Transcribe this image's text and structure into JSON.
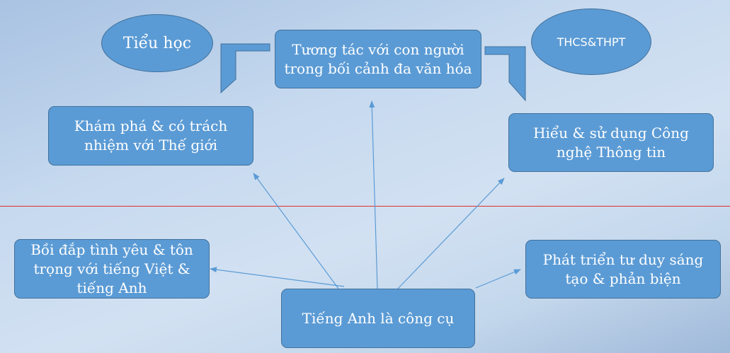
{
  "diagram": {
    "center_node": "Tiếng Anh là công cụ",
    "goal_nodes": {
      "top": "Tương tác với con người trong bối cảnh đa văn hóa",
      "upper_left": "Khám phá & có trách nhiệm với Thế giới",
      "upper_right": "Hiểu & sử dụng Công nghệ Thông tin",
      "lower_left": "Bồi đắp tình yêu & tôn trọng với tiếng Việt & tiếng Anh",
      "lower_right": "Phát triển tư duy sáng tạo & phản biện"
    },
    "level_labels": {
      "primary": "Tiểu học",
      "secondary": "THCS&THPT"
    }
  },
  "colors": {
    "node_fill": "#5b9bd5",
    "node_border": "#41719c",
    "connector": "#5b9bd5",
    "divider": "#e0302a"
  }
}
